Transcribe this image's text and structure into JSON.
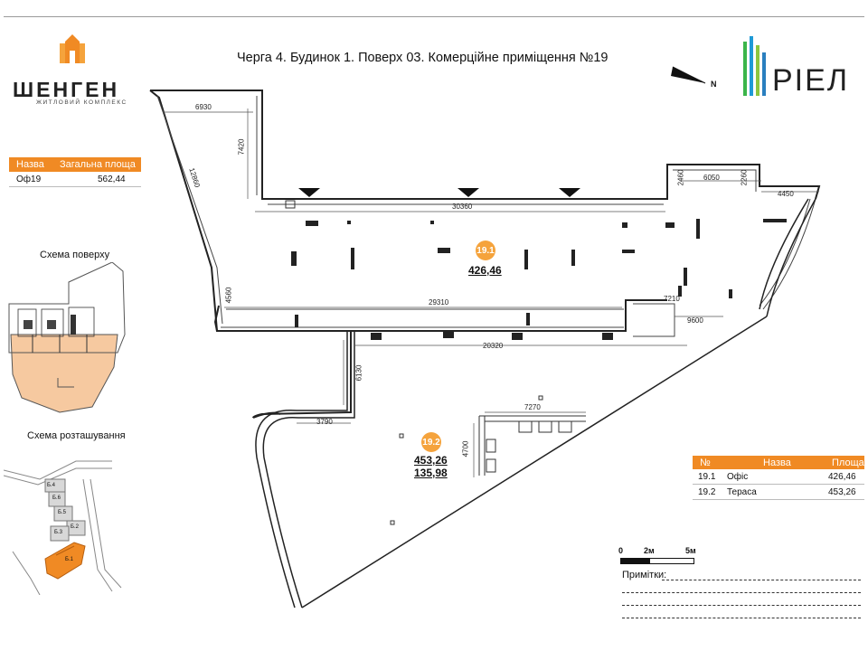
{
  "header": {
    "title": "Черга 4. Будинок 1. Поверх 03. Комерційне приміщення №19",
    "brand_left": "ШЕНГЕН",
    "brand_left_sub": "ЖИТЛОВИЙ КОМПЛЕКС",
    "brand_right": "PIEЛ",
    "north_label": "N"
  },
  "summary_table": {
    "headers": [
      "Назва",
      "Загальна площа"
    ],
    "rows": [
      [
        "Оф19",
        "562,44"
      ]
    ]
  },
  "sections": {
    "floor_scheme": "Схема поверху",
    "site_scheme": "Схема розташування"
  },
  "site_labels": [
    "Б.4",
    "Б.6",
    "Б.5",
    "Б.2",
    "Б.3",
    "Б.1"
  ],
  "rooms": [
    {
      "id": "19.1",
      "area": "426,46"
    },
    {
      "id": "19.2",
      "area": "453,26",
      "area2": "135,98"
    }
  ],
  "dimensions": [
    "6930",
    "7420",
    "12860",
    "30360",
    "2460",
    "6050",
    "2260",
    "4450",
    "4560",
    "29310",
    "7210",
    "9600",
    "20320",
    "6130",
    "3790",
    "7270",
    "4700"
  ],
  "rooms_table": {
    "headers": [
      "№",
      "Назва",
      "Площа"
    ],
    "rows": [
      [
        "19.1",
        "Офіс",
        "426,46"
      ],
      [
        "19.2",
        "Тераса",
        "453,26"
      ]
    ]
  },
  "scale": {
    "labels": [
      "0",
      "2м",
      "5м"
    ]
  },
  "notes": {
    "label": "Примітки:"
  },
  "colors": {
    "accent": "#f08a24",
    "fill": "#f6c9a0"
  }
}
